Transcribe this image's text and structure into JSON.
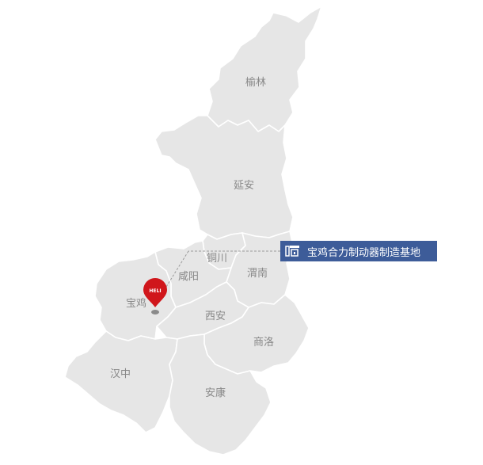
{
  "regions": [
    {
      "id": "yulin",
      "label": "榆林"
    },
    {
      "id": "yanan",
      "label": "延安"
    },
    {
      "id": "tongchuan",
      "label": "铜川"
    },
    {
      "id": "weinan",
      "label": "渭南"
    },
    {
      "id": "xianyang",
      "label": "咸阳"
    },
    {
      "id": "baoji",
      "label": "宝鸡"
    },
    {
      "id": "xian",
      "label": "西安"
    },
    {
      "id": "shangluo",
      "label": "商洛"
    },
    {
      "id": "hanzhong",
      "label": "汉中"
    },
    {
      "id": "ankang",
      "label": "安康"
    }
  ],
  "marker": {
    "logo_text": "HELI",
    "color": "#d0161b"
  },
  "callout": {
    "text": "宝鸡合力制动器制造基地",
    "icon": "factory-building-icon",
    "color": "#3d5c99"
  },
  "colors": {
    "region_fill": "#e6e6e6",
    "region_border": "#ffffff",
    "label": "#888888"
  }
}
